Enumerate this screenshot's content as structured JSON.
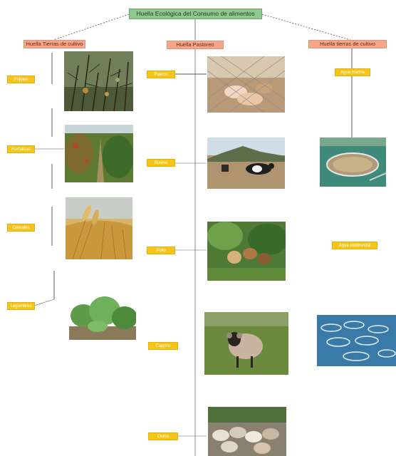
{
  "root": "Huella Ecológica del Consumo de alimentos",
  "branches": {
    "left": {
      "label": "Huella Tierras de cultivo",
      "leaves": [
        "Frijoles",
        "Hortalizas",
        "Cereales",
        "Legumbres"
      ]
    },
    "center": {
      "label": "Huella Pastoreo",
      "leaves": [
        "Puerco",
        "Bovino",
        "Pollo",
        "Caprino",
        "Ovino"
      ]
    },
    "right": {
      "label": "Huella tierras de cultivo",
      "leaves": [
        "Agua marina",
        "Agua continental"
      ]
    }
  },
  "colors": {
    "root_fill": "#8fc98f",
    "branch_fill": "#f4a58a",
    "leaf_fill": "#f5c518",
    "connector": "#333333"
  }
}
